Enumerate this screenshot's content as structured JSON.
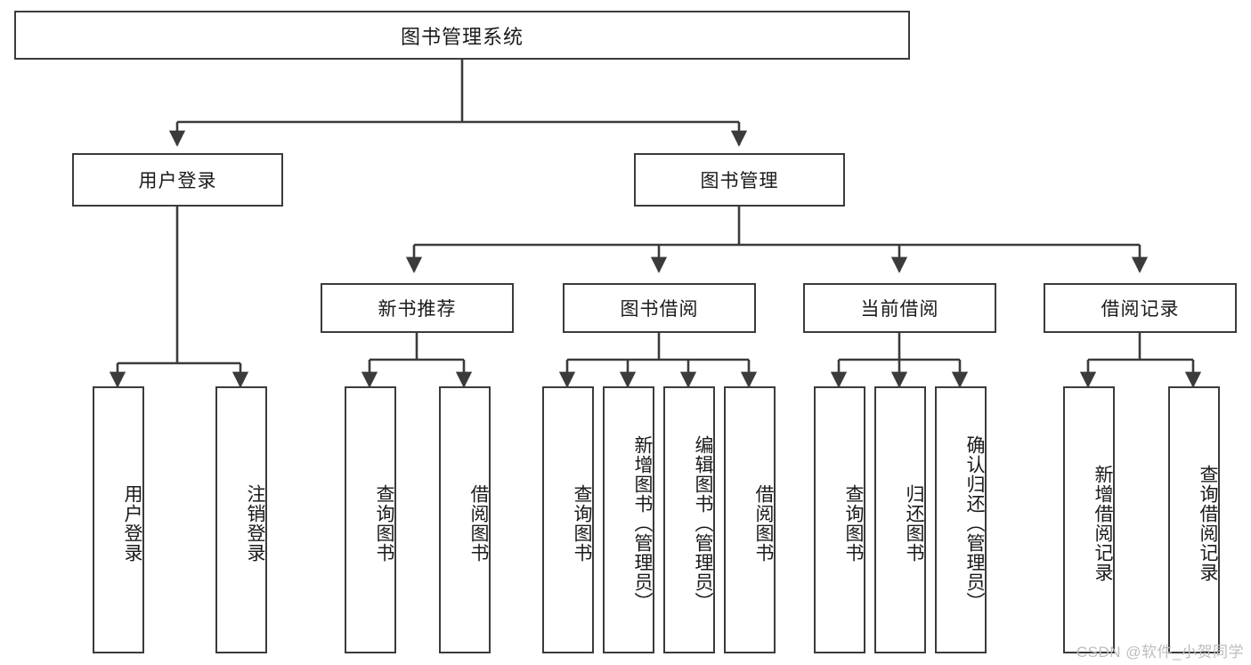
{
  "diagram": {
    "type": "tree-hierarchy",
    "title": "图书管理系统",
    "root": {
      "id": "root",
      "label": "图书管理系统",
      "orientation": "horizontal"
    },
    "level2": [
      {
        "id": "user-login",
        "label": "用户登录",
        "orientation": "horizontal"
      },
      {
        "id": "book-manage",
        "label": "图书管理",
        "orientation": "horizontal"
      }
    ],
    "level3": [
      {
        "id": "new-book-rec",
        "label": "新书推荐",
        "orientation": "horizontal",
        "parent": "book-manage"
      },
      {
        "id": "book-borrow",
        "label": "图书借阅",
        "orientation": "horizontal",
        "parent": "book-manage"
      },
      {
        "id": "current-borrow",
        "label": "当前借阅",
        "orientation": "horizontal",
        "parent": "book-manage"
      },
      {
        "id": "borrow-record",
        "label": "借阅记录",
        "orientation": "horizontal",
        "parent": "book-manage"
      }
    ],
    "leaves": [
      {
        "id": "leaf-user-login",
        "label": "用户登录",
        "parent": "user-login"
      },
      {
        "id": "leaf-logout",
        "label": "注销登录",
        "parent": "user-login"
      },
      {
        "id": "leaf-query-book-1",
        "label": "查询图书",
        "parent": "new-book-rec"
      },
      {
        "id": "leaf-borrow-book-1",
        "label": "借阅图书",
        "parent": "new-book-rec"
      },
      {
        "id": "leaf-query-book-2",
        "label": "查询图书",
        "parent": "book-borrow"
      },
      {
        "id": "leaf-add-book",
        "label": "新增图书（管理员）",
        "parent": "book-borrow"
      },
      {
        "id": "leaf-edit-book",
        "label": "编辑图书（管理员）",
        "parent": "book-borrow"
      },
      {
        "id": "leaf-borrow-book-2",
        "label": "借阅图书",
        "parent": "book-borrow"
      },
      {
        "id": "leaf-query-book-3",
        "label": "查询图书",
        "parent": "current-borrow"
      },
      {
        "id": "leaf-return-book",
        "label": "归还图书",
        "parent": "current-borrow"
      },
      {
        "id": "leaf-confirm-return",
        "label": "确认归还（管理员）",
        "parent": "current-borrow"
      },
      {
        "id": "leaf-add-record",
        "label": "新增借阅记录",
        "parent": "borrow-record"
      },
      {
        "id": "leaf-query-record",
        "label": "查询借阅记录",
        "parent": "borrow-record"
      }
    ],
    "colors": {
      "stroke": "#3b3b3b",
      "fill": "#ffffff",
      "text": "#1a1a1a",
      "watermark": "#bdbdbd"
    }
  },
  "watermark": {
    "text": "CSDN @软件_小贺同学"
  }
}
